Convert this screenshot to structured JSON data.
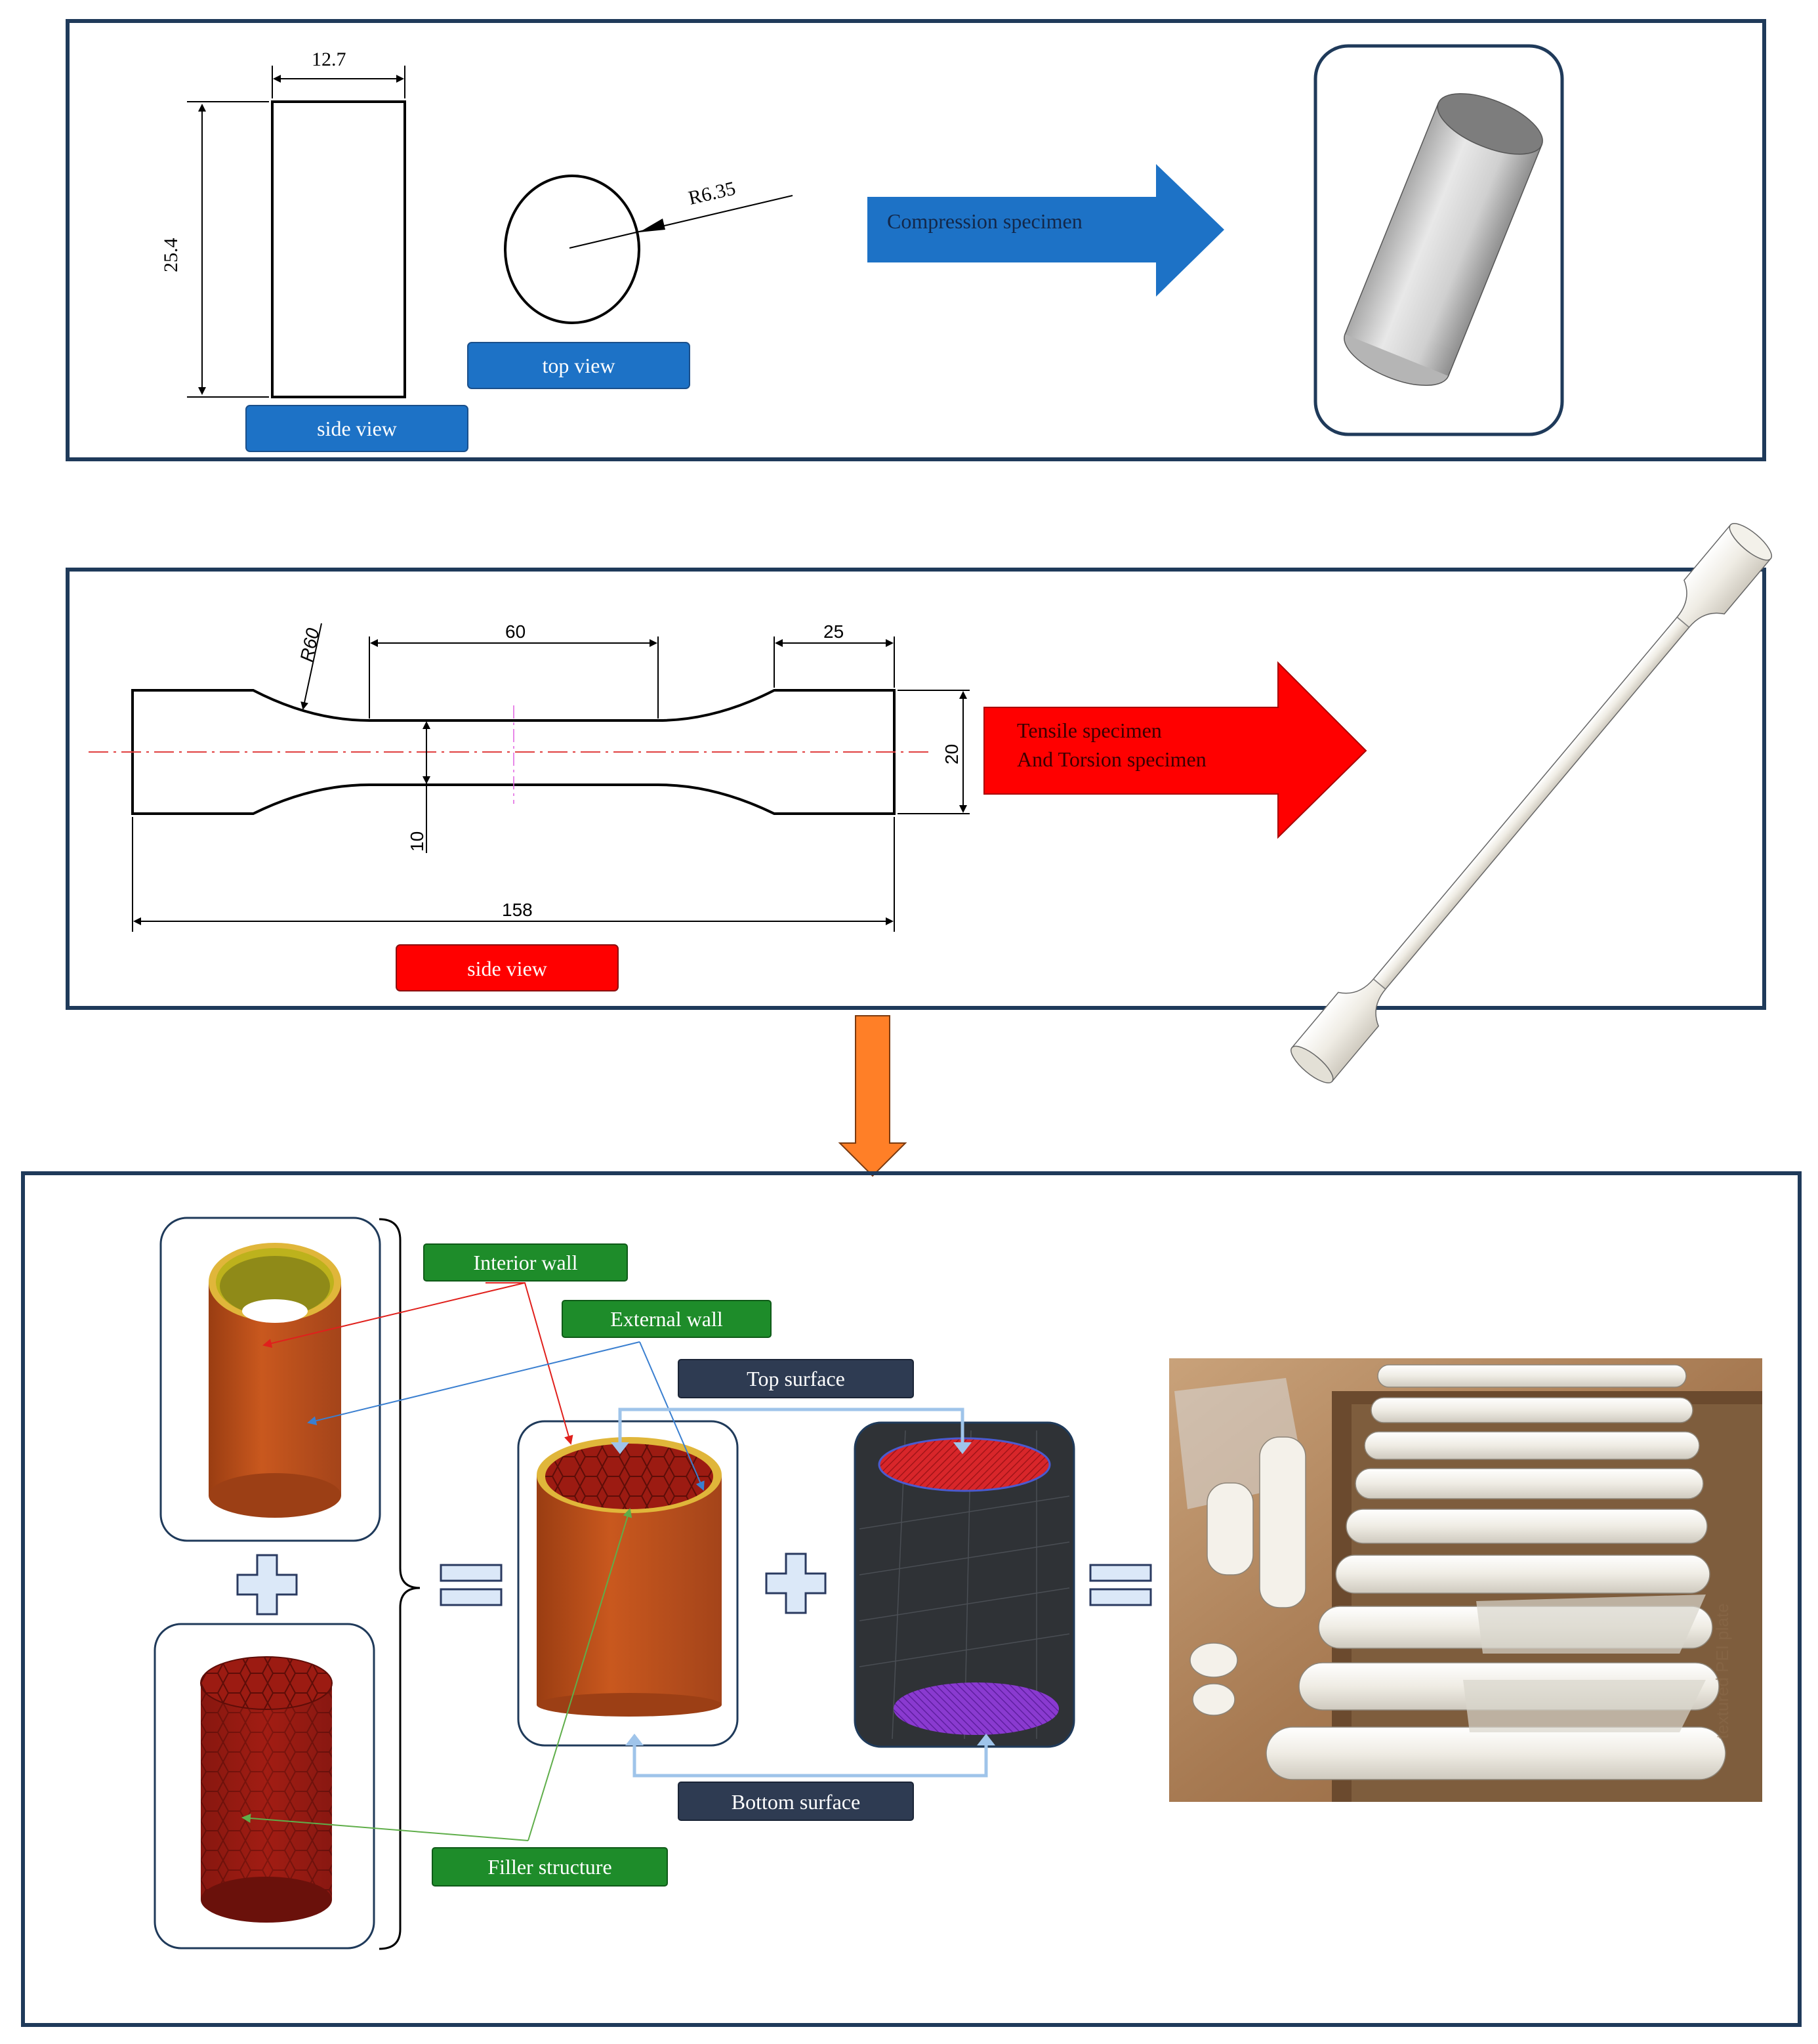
{
  "panel1": {
    "dim_width": "12.7",
    "dim_height": "25.4",
    "dim_radius": "R6.35",
    "side_view_label": "side view",
    "top_view_label": "top view",
    "arrow_label": "Compression specimen"
  },
  "panel2": {
    "dim_radius": "R60",
    "dim_gauge": "60",
    "dim_grip": "25",
    "dim_width": "20",
    "dim_narrow": "10",
    "dim_length": "158",
    "arrow_label_line1": "Tensile specimen",
    "arrow_label_line2": "And Torsion specimen",
    "side_view_label": "side view"
  },
  "panel3": {
    "interior_wall": "Interior wall",
    "external_wall": "External wall",
    "top_surface": "Top surface",
    "bottom_surface": "Bottom surface",
    "filler_structure": "Filler structure",
    "plate_text": "textured PEI plate"
  },
  "colors": {
    "frame": "#1f3a5a",
    "blue": "#1d72c6",
    "red": "#ff0000",
    "orange": "#ff7f27",
    "green": "#1e8c2a",
    "navy_label": "#2e3b52",
    "wall_orange": "#c0521b",
    "filler_red": "#9c1b12"
  }
}
